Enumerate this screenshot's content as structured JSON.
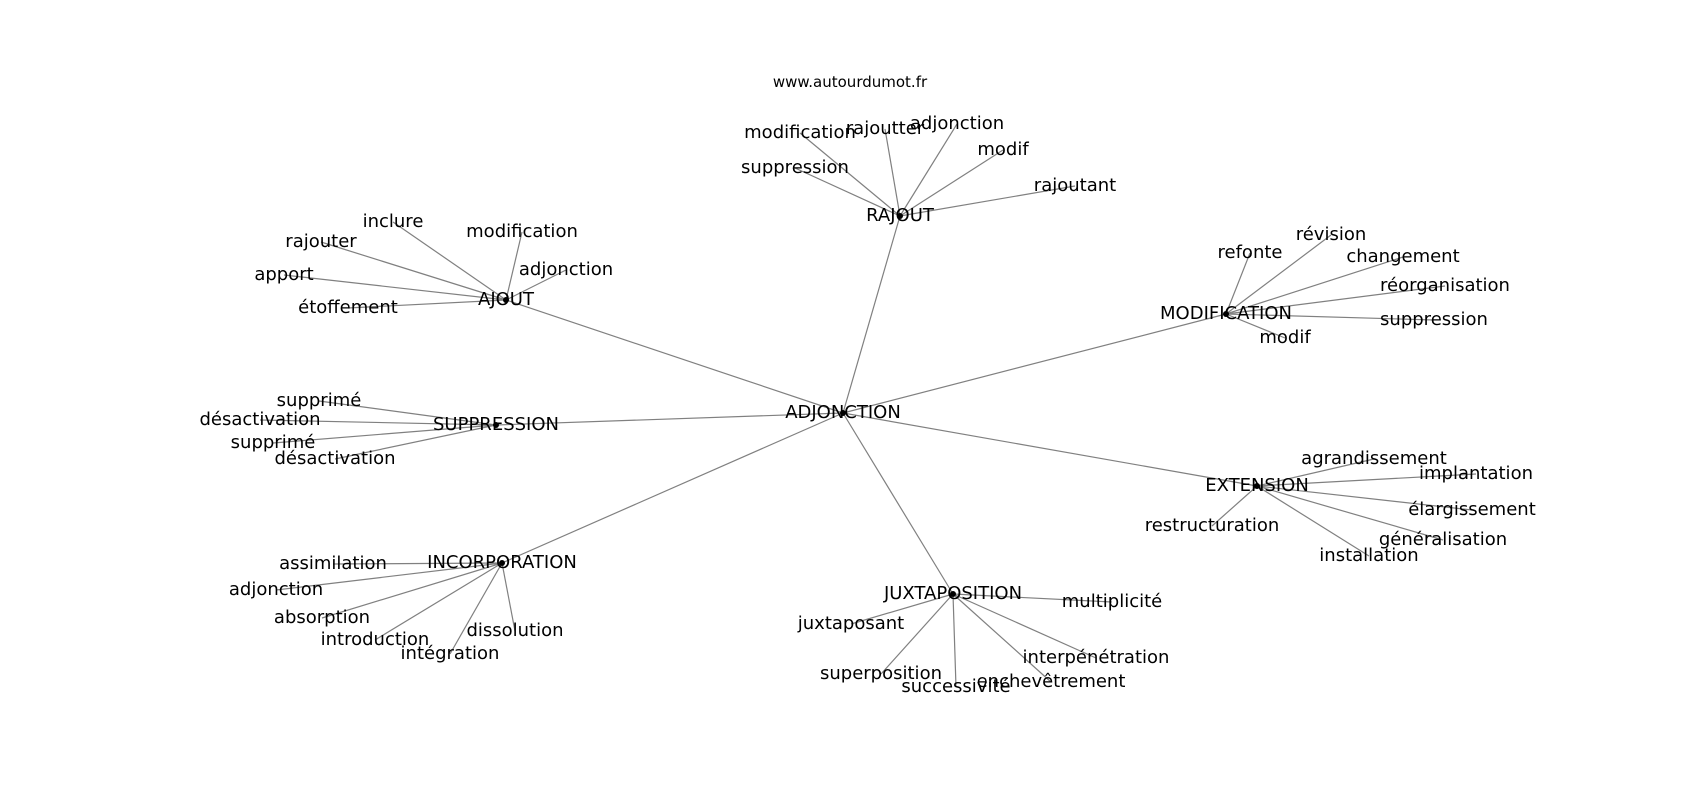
{
  "site": "www.autourdumot.fr",
  "colors": {
    "edge": "#808080",
    "node": "#000000",
    "text": "#000000"
  },
  "graph": {
    "center": "ADJONCTION",
    "hubs": [
      {
        "label": "RAJOUT",
        "children": [
          "modification",
          "rajoutter",
          "adjonction",
          "modif",
          "suppression",
          "rajoutant"
        ]
      },
      {
        "label": "AJOUT",
        "children": [
          "inclure",
          "modification",
          "rajouter",
          "adjonction",
          "apport",
          "étoffement"
        ]
      },
      {
        "label": "MODIFICATION",
        "children": [
          "refonte",
          "révision",
          "changement",
          "réorganisation",
          "suppression",
          "modif"
        ]
      },
      {
        "label": "SUPPRESSION",
        "children": [
          "supprimé",
          "désactivation",
          "supprimé",
          "désactivation"
        ]
      },
      {
        "label": "EXTENSION",
        "children": [
          "agrandissement",
          "implantation",
          "élargissement",
          "restructuration",
          "généralisation",
          "installation"
        ]
      },
      {
        "label": "INCORPORATION",
        "children": [
          "assimilation",
          "adjonction",
          "absorption",
          "introduction",
          "dissolution",
          "intégration"
        ]
      },
      {
        "label": "JUXTAPOSITION",
        "children": [
          "multiplicité",
          "juxtaposant",
          "interpénétration",
          "superposition",
          "enchevêtrement",
          "successivité"
        ]
      }
    ]
  }
}
